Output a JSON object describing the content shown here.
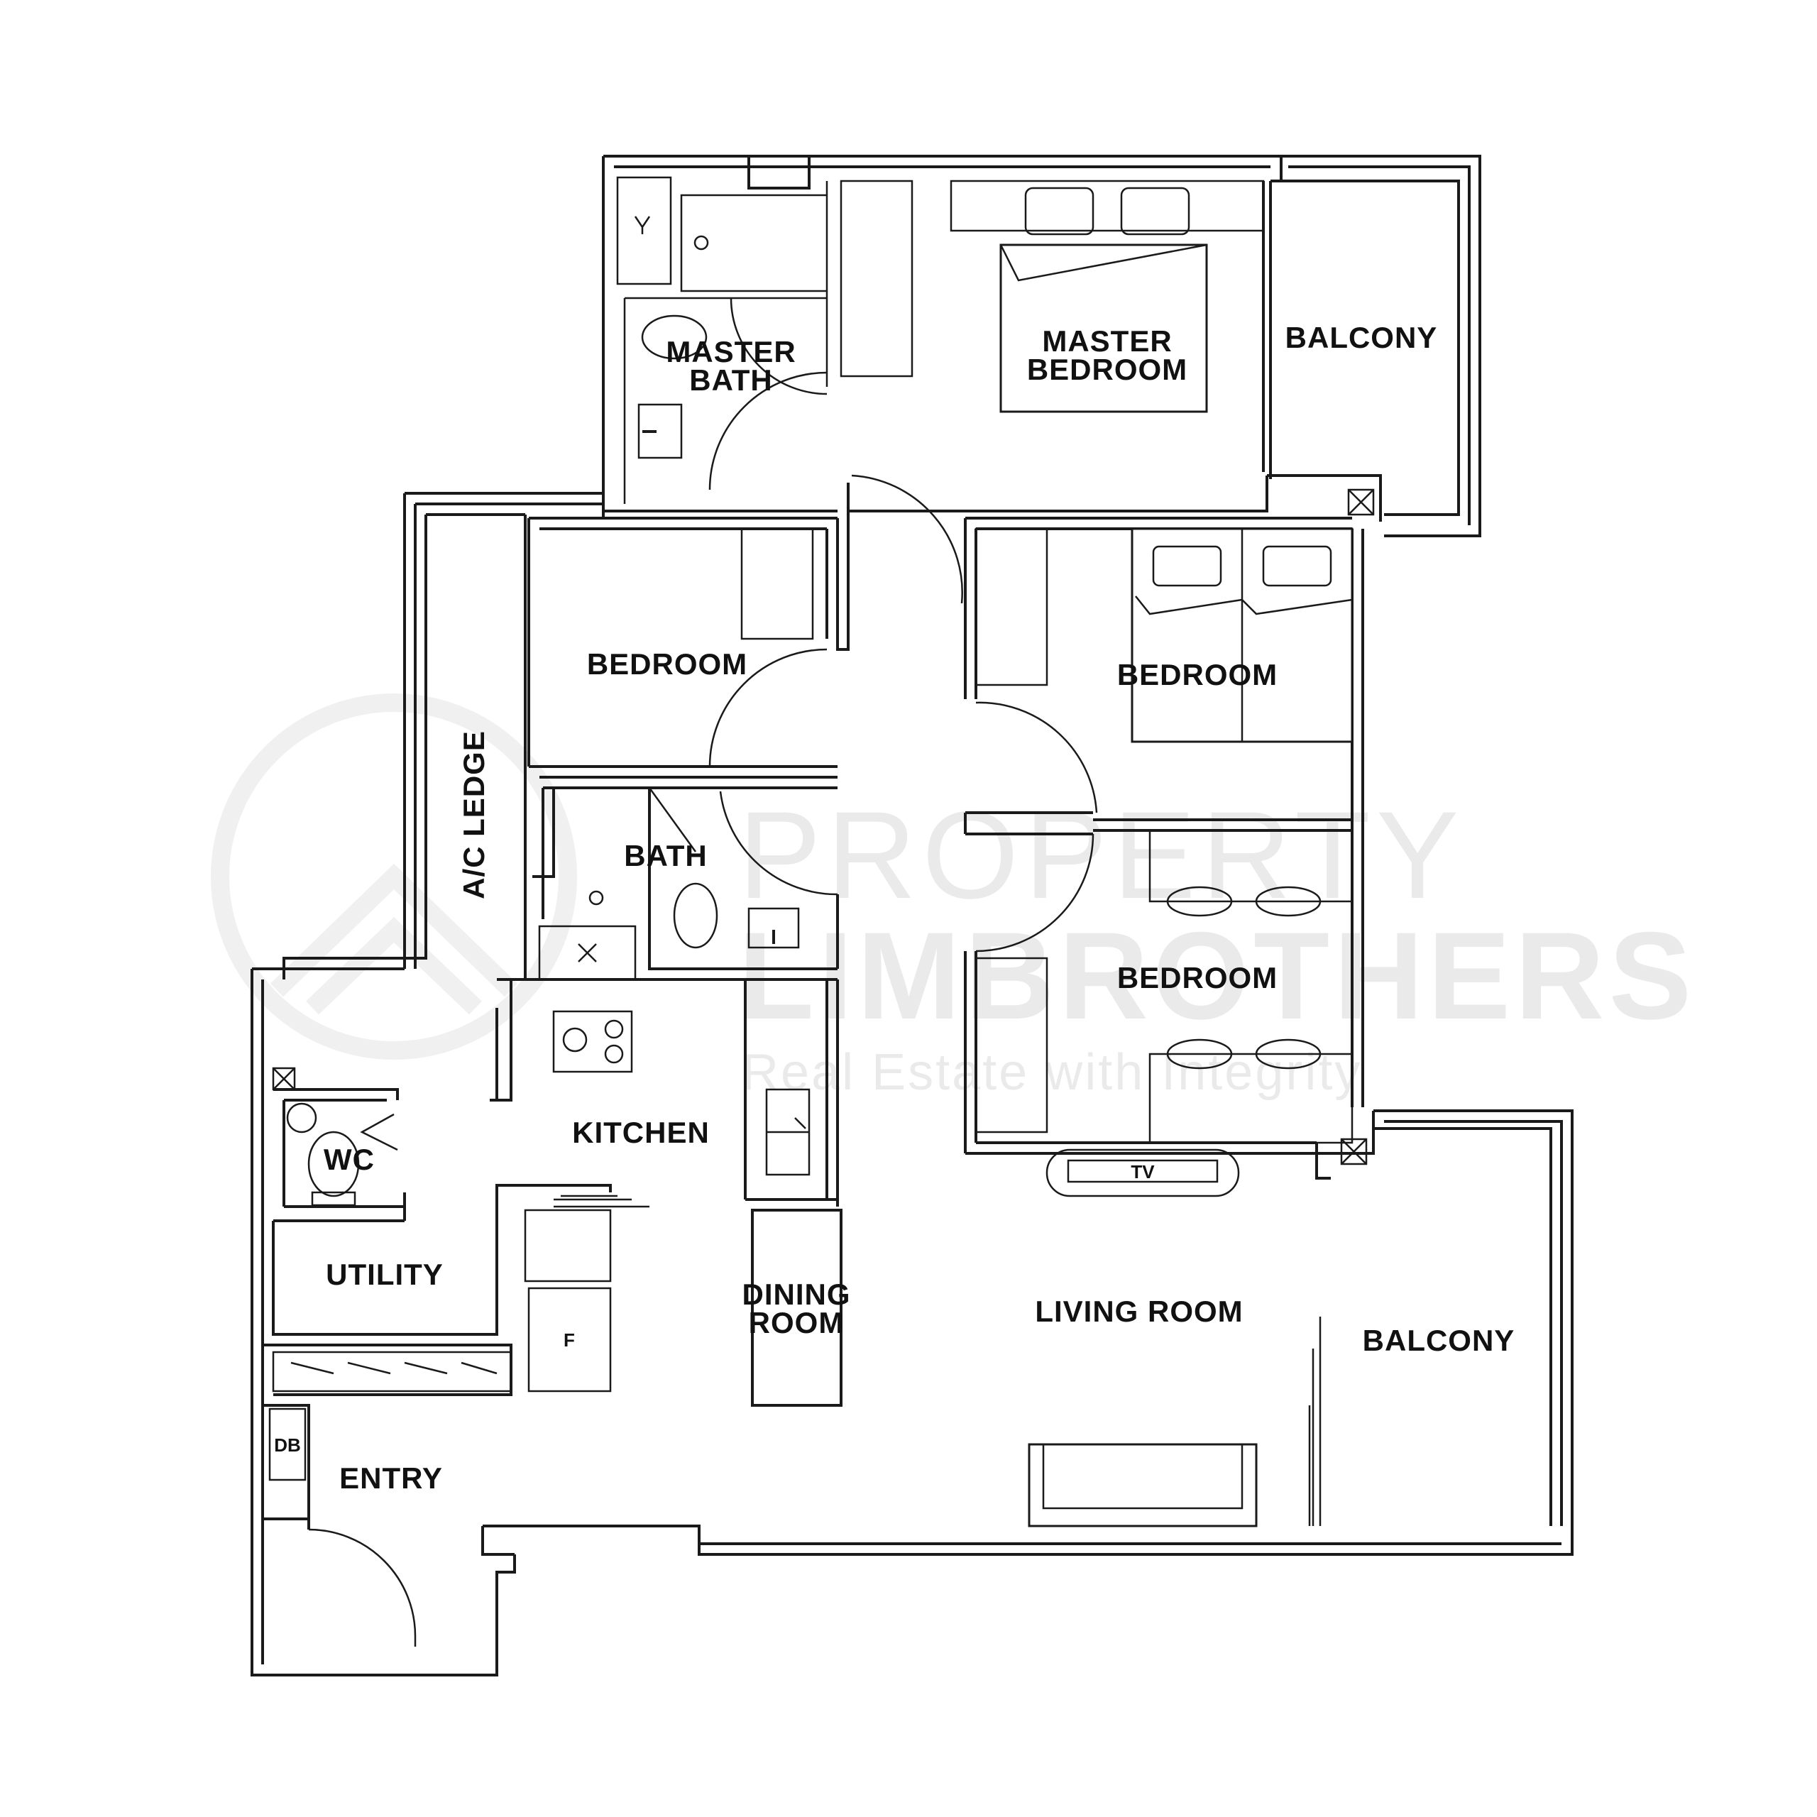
{
  "watermark": {
    "line1": "PROPERTY",
    "line2": "LIMBROTHERS",
    "tagline": "Real Estate with Integrity"
  },
  "rooms": {
    "master_bath_l1": "MASTER",
    "master_bath_l2": "BATH",
    "master_bedroom_l1": "MASTER",
    "master_bedroom_l2": "BEDROOM",
    "balcony_top": "BALCONY",
    "bedroom_west": "BEDROOM",
    "bedroom_east_top": "BEDROOM",
    "bedroom_east_bottom": "BEDROOM",
    "ac_ledge": "A/C LEDGE",
    "bath": "BATH",
    "kitchen": "KITCHEN",
    "wc": "WC",
    "utility": "UTILITY",
    "dining_l1": "DINING",
    "dining_l2": "ROOM",
    "living_room": "LIVING ROOM",
    "balcony_bottom": "BALCONY",
    "entry": "ENTRY"
  },
  "fixtures": {
    "tv": "TV",
    "fridge": "F",
    "db": "DB"
  }
}
